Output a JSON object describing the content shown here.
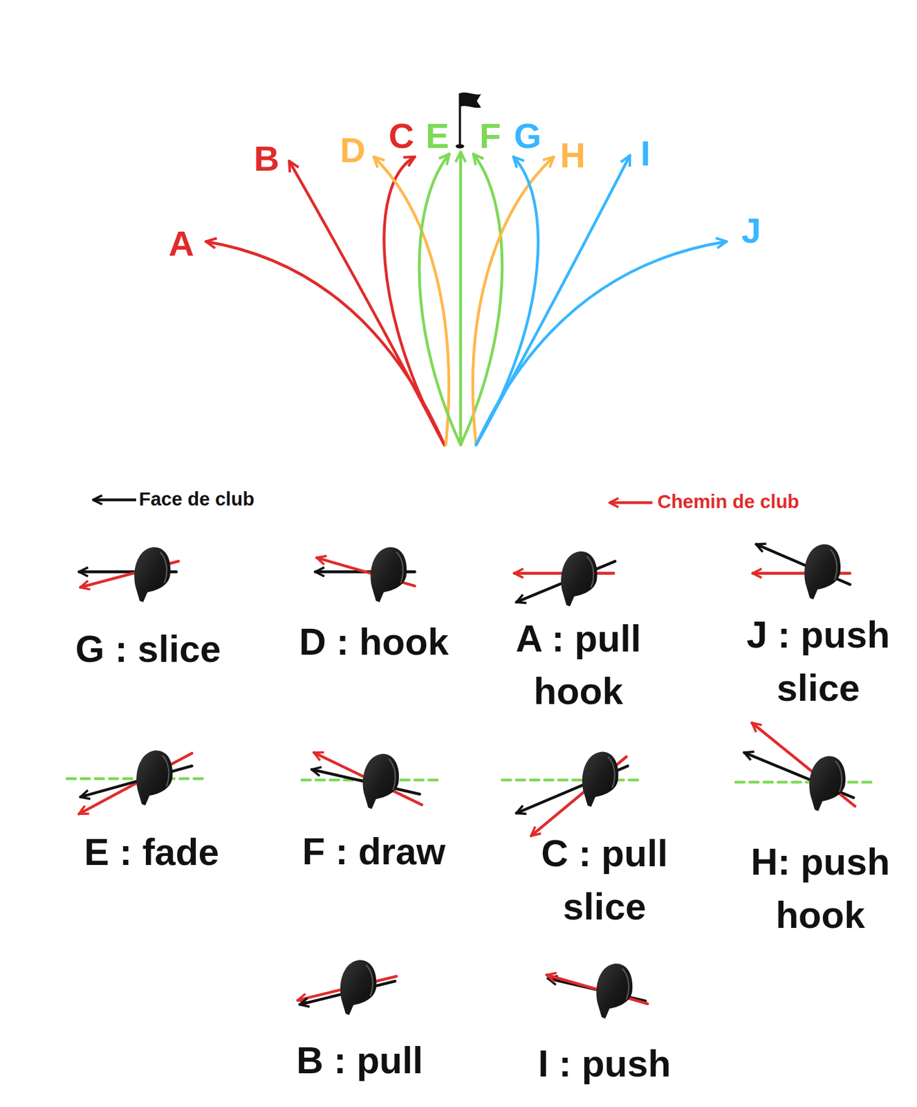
{
  "diagram": {
    "labels": [
      "A",
      "B",
      "C",
      "D",
      "E",
      "F",
      "G",
      "H",
      "I",
      "J",
      "G : slice",
      "D : hook",
      "A : pull hook",
      "J : push slice",
      "E : fade",
      "F : draw",
      "C : pull slice",
      "H: push hook",
      "B : pull",
      "I : push"
    ],
    "legend": [
      {
        "text": "Face de club"
      },
      {
        "text": "Chemin de club"
      }
    ]
  }
}
